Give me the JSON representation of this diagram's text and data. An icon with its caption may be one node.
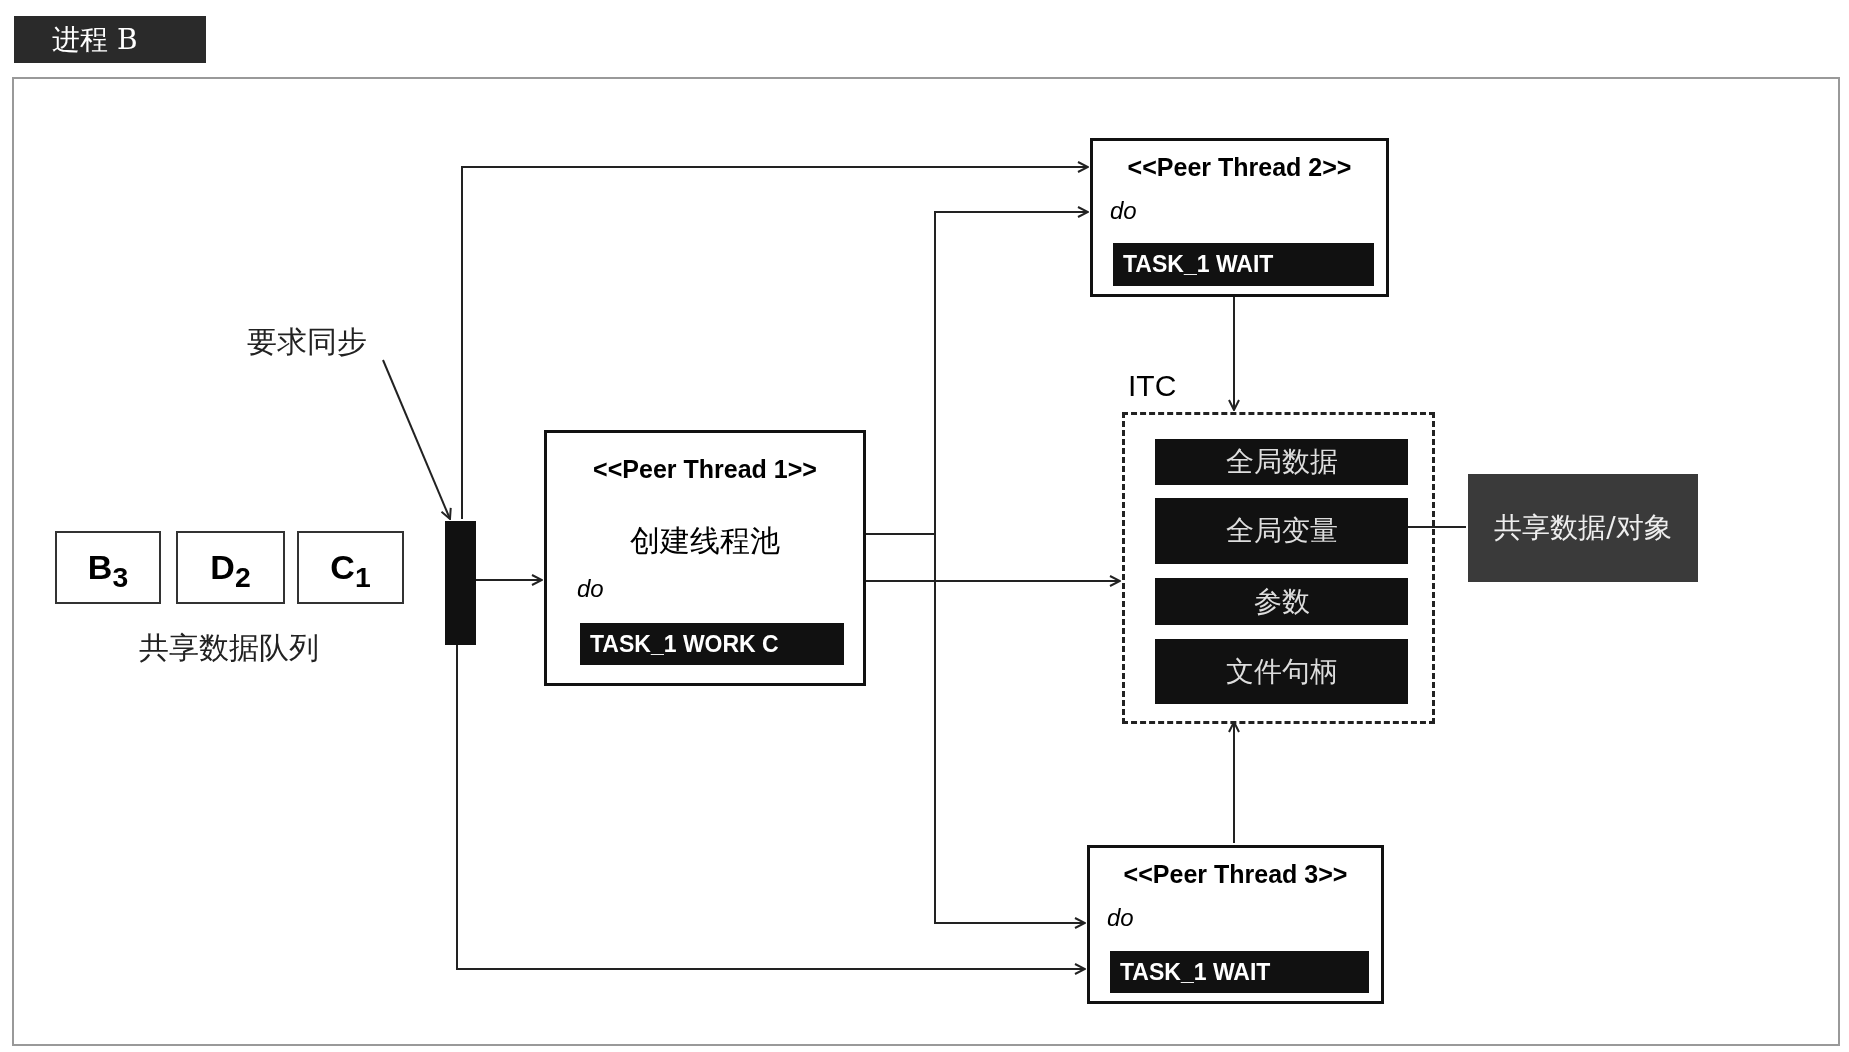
{
  "diagram": {
    "nodes": [
      {
        "text": [
          "进程 B"
        ]
      },
      {
        "text": [
          "要求同步"
        ],
        "in": 0
      },
      {
        "text": [
          "B$_{3}$"
        ],
        "in": 0
      },
      {
        "text": [
          "D$_{2}$"
        ],
        "in": 0
      },
      {
        "text": [
          "C$_{1}$"
        ],
        "in": 0
      },
      {
        "text": [],
        "shape": "bar",
        "in": 0
      },
      {
        "text": [
          "<<Peer Thread 1>>",
          "创建线程池",
          "do"
        ],
        "in": 0
      },
      {
        "text": [
          "TASK_1 WORK C"
        ],
        "in": 6
      },
      {
        "text": [
          "<<Peer Thread 2>>",
          "do"
        ],
        "in": 0
      },
      {
        "text": [
          "TASK_1 WAIT"
        ],
        "in": 8
      },
      {
        "text": [
          "ITC"
        ],
        "in": 0
      },
      {
        "text": [
          "全局数据"
        ],
        "in": 10
      },
      {
        "text": [
          "全局变量"
        ],
        "in": 10
      },
      {
        "text": [
          "参数"
        ],
        "in": 10
      },
      {
        "text": [
          "文件句柄"
        ],
        "in": 10
      },
      {
        "text": [
          "共享数据/对象"
        ],
        "in": 0
      },
      {
        "text": [
          "<<Peer Thread 3>>",
          "do"
        ],
        "in": 0
      },
      {
        "text": [
          "TASK_1 WAIT"
        ],
        "in": 16
      }
    ],
    "edges": [
      {
        "from": 1,
        "to": 5,
        "arrow": "to"
      },
      {
        "from": 5,
        "to": 6,
        "arrow": "to"
      },
      {
        "from": 5,
        "to": 8,
        "arrow": "to"
      },
      {
        "from": 5,
        "to": 16,
        "arrow": "to"
      },
      {
        "from": 6,
        "to": 8,
        "arrow": "to"
      },
      {
        "from": 6,
        "to": 16,
        "arrow": "to"
      },
      {
        "from": 6,
        "to": 10,
        "arrow": "to"
      },
      {
        "from": 8,
        "to": 10,
        "arrow": "to"
      },
      {
        "from": 16,
        "to": 10,
        "arrow": "to"
      },
      {
        "from": 12,
        "to": 15,
        "arrow": "none"
      }
    ],
    "labels": [
      "共享数据队列"
    ]
  }
}
